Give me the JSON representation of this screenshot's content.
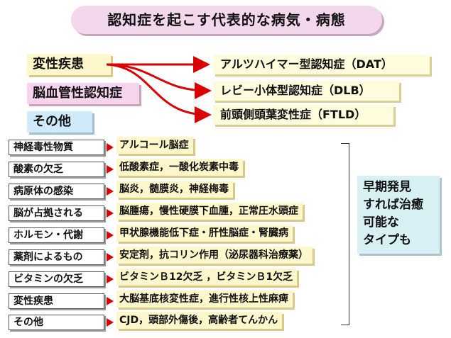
{
  "title": "認知症を起こす代表的な病気・病態",
  "categories": [
    "変性疾患",
    "脳血管性認知症",
    "その他"
  ],
  "diseases": [
    "アルツハイマー型認知症（DAT）",
    "レビー小体型認知症（DLB）",
    "前頭側頭葉変性症（FTLD）"
  ],
  "causes": [
    {
      "label": "神経毒性物質",
      "example": "アルコール脳症"
    },
    {
      "label": "酸素の欠乏",
      "example": "低酸素症，一酸化炭素中毒"
    },
    {
      "label": "病原体の感染",
      "example": "脳炎，髄膜炎，神経梅毒"
    },
    {
      "label": "脳が占拠される",
      "example": "脳腫瘍，慢性硬膜下血腫，正常圧水頭症"
    },
    {
      "label": "ホルモン・代謝",
      "example": "甲状腺機能低下症・肝性脳症・腎臓病"
    },
    {
      "label": "薬剤によるもの",
      "example": "安定剤，抗コリン作用（泌尿器科治療薬）"
    },
    {
      "label": "ビタミンの欠乏",
      "example": "ビタミンＢ12欠乏 ，ビタミンＢ1欠乏"
    },
    {
      "label": "変性疾患",
      "example": "大脳基底核変性症，進行性核上性麻痺"
    },
    {
      "label": "その他",
      "example": "CJD，頭部外傷後，高齢者てんかん"
    }
  ],
  "note_lines": [
    "早期発見",
    "すれば治癒",
    "可能な",
    "タイプも"
  ],
  "colors": {
    "arrow": "#d80000",
    "title_bg": "#f3d7ec",
    "note_bg": "#d6f0f4"
  }
}
